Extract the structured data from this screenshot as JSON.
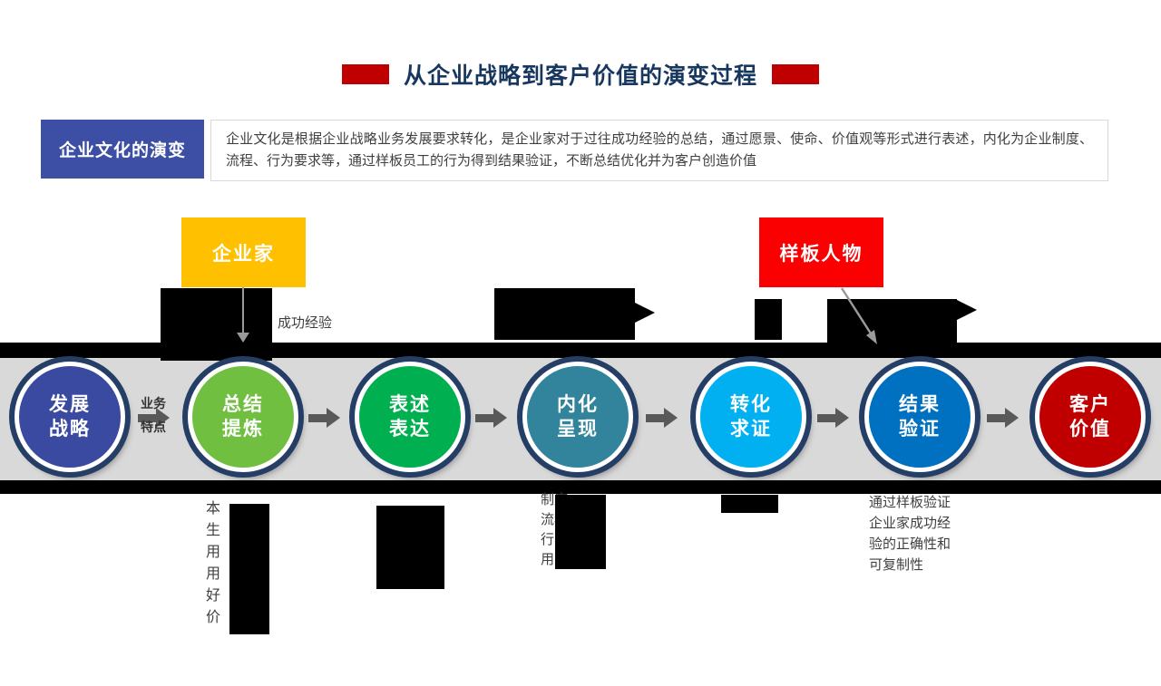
{
  "title": {
    "text": "从企业战略到客户价值的演变过程"
  },
  "intro": {
    "label": "企业文化的演变",
    "paragraph": "企业文化是根据企业战略业务发展要求转化，是企业家对于过往成功经验的总结，通过愿景、使命、价值观等形式进行表述，内化为企业制度、流程、行为要求等，通过样板员工的行为得到结果验证，不断总结优化并为客户创造价值"
  },
  "callouts": {
    "entrepreneur": "企业家",
    "model_person": "样板人物",
    "success_experience": "成功经验"
  },
  "flow": {
    "gap1_label": {
      "line1": "业务",
      "line2": "特点"
    },
    "steps": [
      {
        "line1": "发展",
        "line2": "战略",
        "color": "#3b4aa1"
      },
      {
        "line1": "总结",
        "line2": "提炼",
        "color": "#70bf41"
      },
      {
        "line1": "表述",
        "line2": "表达",
        "color": "#00b050"
      },
      {
        "line1": "内化",
        "line2": "呈现",
        "color": "#31849b"
      },
      {
        "line1": "转化",
        "line2": "求证",
        "color": "#00b0f0"
      },
      {
        "line1": "结果",
        "line2": "验证",
        "color": "#0070c0"
      },
      {
        "line1": "客户",
        "line2": "价值",
        "color": "#c00000"
      }
    ]
  },
  "notes": {
    "step2_fragments": [
      "本",
      "生",
      "用",
      "用",
      "好",
      "价"
    ],
    "step4_lines": [
      "制度",
      "流程",
      "行为要求",
      "用人标准"
    ],
    "step6_lines": [
      "通过样板验证",
      "企业家成功经",
      "验的正确性和",
      "可复制性"
    ]
  },
  "colors": {
    "accent_red": "#c00000",
    "title_navy": "#17375e",
    "intro_blue": "#3d4fa4",
    "callout_yellow": "#ffc000",
    "callout_red": "#fb0000",
    "band_gray": "#d9d9d9",
    "ring_navy": "#253e66",
    "arrow_gray": "#595959",
    "text_gray": "#404040"
  }
}
